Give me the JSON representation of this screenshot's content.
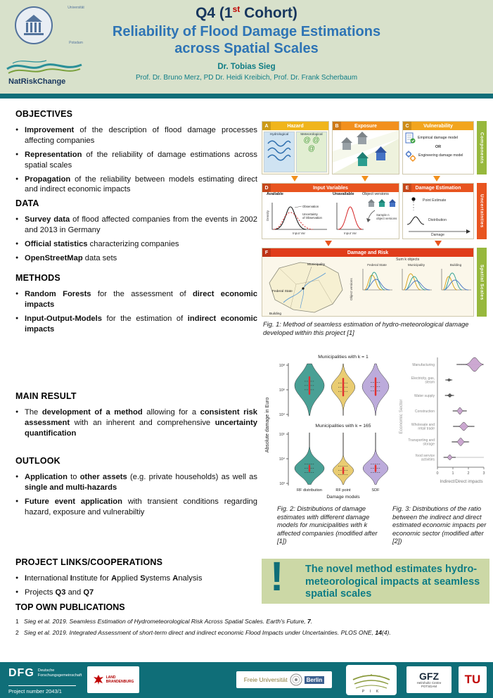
{
  "colors": {
    "header_bg": "#d8e1cb",
    "teal": "#0f6e78",
    "title_navy": "#17365d",
    "subtitle_blue": "#2e74b5",
    "accent_red": "#c00000",
    "highlight_bg": "#ccd8a6",
    "fig_green": "#97b83d",
    "fig_orange": "#f2901d",
    "fig_yellow": "#f0b51b",
    "fig_red": "#e8541f"
  },
  "header": {
    "title": {
      "prefix": "Q4 (1",
      "sup": "st",
      "suffix": " Cohort)"
    },
    "subtitle_line1": "Reliability of Flood Damage Estimations",
    "subtitle_line2": "across Spatial Scales",
    "author": "Dr. Tobias Sieg",
    "supervisors": "Prof. Dr. Bruno Merz, PD Dr. Heidi Kreibich, Prof. Dr. Frank Scherbaum",
    "university_logo": {
      "line1": "Universität",
      "line2": "Potsdam"
    },
    "natriskchange": "NatRiskChange"
  },
  "sections": [
    {
      "heading": "OBJECTIVES",
      "bullets": [
        [
          {
            "t": "Improvement",
            "b": true
          },
          {
            "t": " of the description of flood damage processes affecting companies"
          }
        ],
        [
          {
            "t": "Representation",
            "b": true
          },
          {
            "t": " of the reliability of damage estimations across spatial scales"
          }
        ],
        [
          {
            "t": "Propagation",
            "b": true
          },
          {
            "t": " of the reliability between models estimating direct and indirect economic impacts"
          }
        ]
      ]
    },
    {
      "heading": "DATA",
      "bullets": [
        [
          {
            "t": "Survey data",
            "b": true
          },
          {
            "t": " of flood affected companies from the events in 2002 and 2013 in Germany"
          }
        ],
        [
          {
            "t": "Official statistics",
            "b": true
          },
          {
            "t": " characterizing companies"
          }
        ],
        [
          {
            "t": "OpenStreetMap",
            "b": true
          },
          {
            "t": " data sets"
          }
        ]
      ]
    },
    {
      "heading": "METHODS",
      "bullets": [
        [
          {
            "t": "Random Forests",
            "b": true
          },
          {
            "t": " for the assessment of "
          },
          {
            "t": "direct economic impacts",
            "b": true
          }
        ],
        [
          {
            "t": "Input-Output-Models",
            "b": true
          },
          {
            "t": " for the estimation of "
          },
          {
            "t": "indirect economic impacts",
            "b": true
          }
        ]
      ]
    },
    {
      "heading": "MAIN RESULT",
      "bullets": [
        [
          {
            "t": "The "
          },
          {
            "t": "development of a method",
            "b": true
          },
          {
            "t": " allowing for a "
          },
          {
            "t": "consistent risk assessment",
            "b": true
          },
          {
            "t": " with an inherent and comprehensive "
          },
          {
            "t": "uncertainty quantification",
            "b": true
          }
        ]
      ]
    },
    {
      "heading": "OUTLOOK",
      "bullets": [
        [
          {
            "t": "Application",
            "b": true
          },
          {
            "t": " to "
          },
          {
            "t": "other assets",
            "b": true
          },
          {
            "t": " (e.g. private households) as well as "
          },
          {
            "t": "single and multi-hazards",
            "b": true
          }
        ],
        [
          {
            "t": "Future event application",
            "b": true
          },
          {
            "t": " with transient conditions regarding hazard, exposure and vulnerabiltiy"
          }
        ]
      ]
    },
    {
      "heading": "PROJECT LINKS/COOPERATIONS",
      "bullets": [
        [
          {
            "t": "I",
            "b": true
          },
          {
            "t": "nternational "
          },
          {
            "t": "I",
            "b": true
          },
          {
            "t": "nstitute for "
          },
          {
            "t": "A",
            "b": true
          },
          {
            "t": "pplied "
          },
          {
            "t": "S",
            "b": true
          },
          {
            "t": "ystems "
          },
          {
            "t": "A",
            "b": true
          },
          {
            "t": "nalysis"
          }
        ],
        [
          {
            "t": "Projects "
          },
          {
            "t": "Q3",
            "b": true
          },
          {
            "t": " and "
          },
          {
            "t": "Q7",
            "b": true
          }
        ]
      ]
    }
  ],
  "publications": {
    "heading": "TOP OWN PUBLICATIONS",
    "items": [
      {
        "num": "1",
        "segments": [
          {
            "t": "Sieg et al. 2019. Seamless Estimation of Hydrometeorological Risk Across Spatial Scales. Earth's Future, "
          },
          {
            "t": "7",
            "b": true
          },
          {
            "t": "."
          }
        ]
      },
      {
        "num": "2",
        "segments": [
          {
            "t": "Sieg et al. 2019. Integrated Assessment of short-term direct and indirect economic Flood Impacts under Uncertainties. PLOS ONE, "
          },
          {
            "t": "14",
            "b": true
          },
          {
            "t": "(4)."
          }
        ]
      }
    ]
  },
  "figures": {
    "fig1": {
      "caption": "Fig. 1: Method of seamless estimation of hydro-meteorological damage developed within this project [1]",
      "side": {
        "components": "Components",
        "uncertainties": "Uncertainties",
        "spatial_scales": "Spatial Scales"
      },
      "a": {
        "letter": "A",
        "title": "Hazard",
        "hydrological": "Hydrological",
        "meteorological": "Meteorological"
      },
      "b": {
        "letter": "B",
        "title": "Exposure"
      },
      "c": {
        "letter": "C",
        "title": "Vulnerability",
        "empirical": "Empirical damage model",
        "or": "OR",
        "engineering": "Engineering damage model"
      },
      "d": {
        "letter": "D",
        "title": "Input Variables",
        "available": "Available",
        "unavailable": "Unavailable",
        "object_versions": "Object versions",
        "observation": "Observation",
        "uncertainty_l1": "Uncertainty",
        "uncertainty_l2": "of Observation",
        "sample": "Sample n object versions",
        "input_var": "Input Var",
        "density": "Density"
      },
      "e": {
        "letter": "E",
        "title": "Damage Estimation",
        "point_estimate": "Point Estimate",
        "distribution": "Distribution",
        "damage": "Damage"
      },
      "f": {
        "letter": "F",
        "title": "Damage and Risk",
        "sum_k": "Sum k objects",
        "plots": [
          "Federal State",
          "Municipality",
          "Building"
        ],
        "object_versions": "Object versions",
        "map_municipality": "Municipality",
        "map_federal_state": "Federal State",
        "map_building": "Building"
      }
    },
    "fig2": {
      "caption": "Fig. 2: Distributions of damage estimates with different damage models for municipalities with k affected companies (modified after [1])"
    },
    "fig3": {
      "caption": "Fig. 3: Distributions of the ratio between the indirect and direct estimated economic impacts per economic sector (modified after [2])"
    }
  },
  "chart_data": [
    {
      "id": "fig2",
      "type": "violin",
      "orientation": "vertical",
      "ylabel": "Absolute damage in Euro",
      "xlabel": "Damage models",
      "categories": [
        "RF distribution",
        "RF point",
        "SDF"
      ],
      "colors": [
        "#3f9b8f",
        "#e8c96a",
        "#b8a7d9"
      ],
      "groups": [
        {
          "label": "Municipalities with k = 1",
          "y_ticks": [
            "10⁸",
            "10⁶",
            "10⁴"
          ],
          "red_len": 24,
          "violins": [
            {
              "center": 0.42,
              "spread": 0.3,
              "width": 1.0
            },
            {
              "center": 0.45,
              "spread": 0.22,
              "width": 0.8
            },
            {
              "center": 0.44,
              "spread": 0.26,
              "width": 0.9
            }
          ]
        },
        {
          "label": "Municipalities with k = 165",
          "y_ticks": [
            "10⁵",
            "10⁴",
            "10³"
          ],
          "red_len": 8,
          "violins": [
            {
              "center": 0.68,
              "spread": 0.2,
              "width": 1.0
            },
            {
              "center": 0.72,
              "spread": 0.15,
              "width": 0.7
            },
            {
              "center": 0.68,
              "spread": 0.18,
              "width": 0.85
            }
          ]
        }
      ]
    },
    {
      "id": "fig3",
      "type": "violin",
      "orientation": "horizontal",
      "xlabel": "Indirect/Direct impacts",
      "ylabel": "Economic Sector",
      "x_ticks": [
        "0",
        "1",
        "2",
        "3"
      ],
      "x_range": [
        0,
        3
      ],
      "categories": [
        "Manufacturing",
        "Electricity, gas, steam",
        "Water supply",
        "Construction",
        "Wholesale and retail trade",
        "Transporting and storage",
        "food service activities"
      ],
      "category_lines": [
        [
          "Manufacturing"
        ],
        [
          "Electricity, gas,",
          "steam"
        ],
        [
          "Water supply"
        ],
        [
          "Construction"
        ],
        [
          "Wholesale and",
          "retail trade"
        ],
        [
          "Transporting and",
          "storage"
        ],
        [
          "food service",
          "activities"
        ]
      ],
      "violins": [
        {
          "center": 2.4,
          "spread": 0.3,
          "width": 1.0,
          "color": "#c9a3cf",
          "line": [
            1.2,
            3.0
          ]
        },
        {
          "center": 0.75,
          "spread": 0.06,
          "width": 0.22,
          "color": "#555555"
        },
        {
          "center": 0.8,
          "spread": 0.08,
          "width": 0.28,
          "color": "#555555"
        },
        {
          "center": 1.45,
          "spread": 0.12,
          "width": 0.5,
          "color": "#c9a3cf"
        },
        {
          "center": 1.7,
          "spread": 0.18,
          "width": 0.6,
          "color": "#c9a3cf"
        },
        {
          "center": 1.5,
          "spread": 0.15,
          "width": 0.55,
          "color": "#c9a3cf"
        },
        {
          "center": 0.8,
          "spread": 0.1,
          "width": 0.38,
          "color": "#c9a3cf",
          "line": [
            0.35,
            3.0
          ]
        }
      ]
    }
  ],
  "highlight": {
    "mark": "!",
    "text": "The novel method estimates hydro-meteorological impacts at seamless spatial scales"
  },
  "footer": {
    "dfg": {
      "abbr": "DFG",
      "line1": "Deutsche",
      "line2": "Forschungsgemeinschaft",
      "project": "Project number 2043/1"
    },
    "brandenburg": {
      "line1": "LAND",
      "line2": "BRANDENBURG"
    },
    "fu": {
      "name": "Freie Universität",
      "city": "Berlin"
    },
    "pik": {
      "letters": "P I K"
    },
    "gfz": {
      "abbr": "GFZ",
      "line1": "Helmholtz Centre",
      "line2": "POTSDAM"
    },
    "tu": {
      "abbr": "TU"
    }
  }
}
